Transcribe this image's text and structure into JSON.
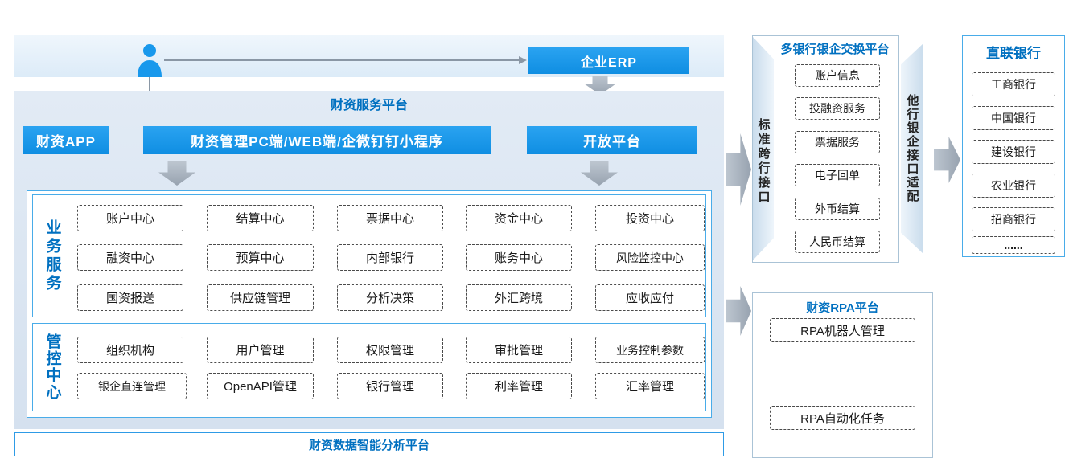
{
  "header": {
    "erp": "企业ERP"
  },
  "platform": {
    "title": "财资服务平台",
    "app_btn": "财资APP",
    "pc_btn": "财资管理PC端/WEB端/企微钉钉小程序",
    "open_btn": "开放平台",
    "business_label": "业务服务",
    "business_rows": [
      [
        "账户中心",
        "结算中心",
        "票据中心",
        "资金中心",
        "投资中心"
      ],
      [
        "融资中心",
        "预算中心",
        "内部银行",
        "账务中心",
        "风险监控中心"
      ],
      [
        "国资报送",
        "供应链管理",
        "分析决策",
        "外汇跨境",
        "应收应付"
      ]
    ],
    "control_label": "管控中心",
    "control_rows": [
      [
        "组织机构",
        "用户管理",
        "权限管理",
        "审批管理",
        "业务控制参数"
      ],
      [
        "银企直连管理",
        "OpenAPI管理",
        "银行管理",
        "利率管理",
        "汇率管理"
      ]
    ],
    "analysis_bar": "财资数据智能分析平台"
  },
  "exchange": {
    "title": "多银行银企交换平台",
    "left_label": "标准跨行接口",
    "right_label": "他行银企接口适配",
    "items": [
      "账户信息",
      "投融资服务",
      "票据服务",
      "电子回单",
      "外币结算",
      "人民币结算"
    ]
  },
  "banks": {
    "title": "直联银行",
    "items": [
      "工商银行",
      "中国银行",
      "建设银行",
      "农业银行",
      "招商银行",
      "......"
    ]
  },
  "rpa": {
    "title": "财资RPA平台",
    "items": [
      "RPA机器人管理",
      "RPA自动化任务"
    ]
  },
  "colors": {
    "accent_blue": "#1898ec",
    "title_blue": "#0070c0",
    "panel_bg": "#d9e3f0",
    "section_border": "#49ace9",
    "arrow_gray": "#a6b0bc",
    "dashed_border": "#4a4a4a"
  }
}
